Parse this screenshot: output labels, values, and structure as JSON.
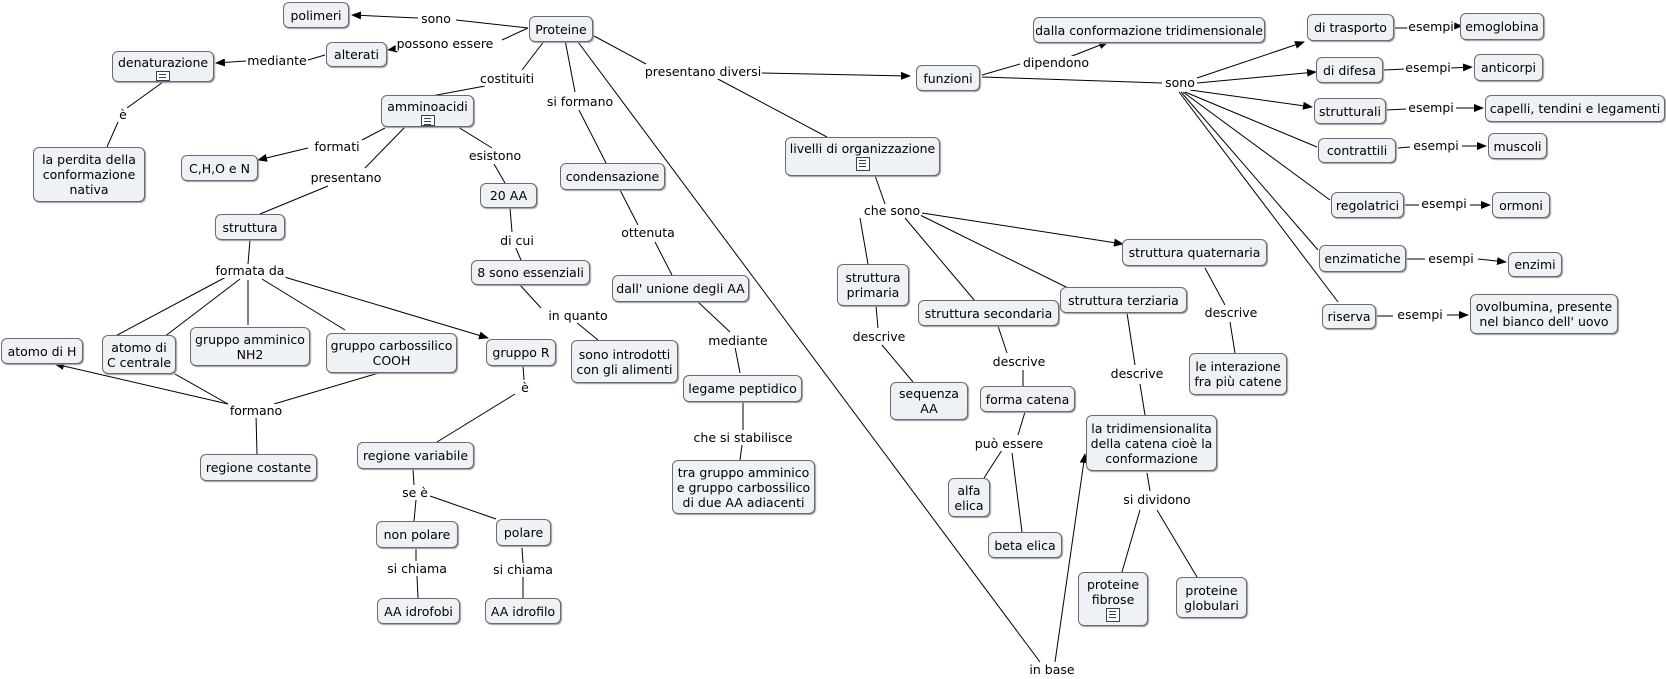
{
  "nodes": {
    "proteine": "Proteine",
    "polimeri": "polimeri",
    "alterati": "alterati",
    "denaturazione": "denaturazione",
    "perdita": "la perdita della\nconformazione\nnativa",
    "amminoacidi": "amminoacidi",
    "chon": "C,H,O e N",
    "struttura": "struttura",
    "atomo_h": "atomo di H",
    "atomo_c": "atomo di\nC centrale",
    "gruppo_amminico": "gruppo amminico\nNH2",
    "gruppo_carbossilico": "gruppo carbossilico\nCOOH",
    "gruppo_r": "gruppo R",
    "regione_costante": "regione costante",
    "aa20": "20 AA",
    "essenziali": "8 sono essenziali",
    "introdotti": "sono introdotti\ncon gli alimenti",
    "regione_variabile": "regione variabile",
    "non_polare": "non polare",
    "polare": "polare",
    "idrofobi": "AA idrofobi",
    "idrofilo": "AA idrofilo",
    "condensazione": "condensazione",
    "unione": "dall' unione degli AA",
    "legame": "legame peptidico",
    "tra_gruppo": "tra gruppo amminico\ne gruppo carbossilico\ndi due AA adiacenti",
    "livelli": "livelli di organizzazione",
    "primaria": "struttura\nprimaria",
    "sequenza": "sequenza\nAA",
    "secondaria": "struttura secondaria",
    "forma_catena": "forma catena",
    "alfa": "alfa\nelica",
    "beta": "beta elica",
    "terziaria": "struttura terziaria",
    "tridimensionalita": "la tridimensionalita\ndella catena cioè la\nconformazione",
    "fibrose": "proteine\nfibrose",
    "globulari": "proteine\nglobulari",
    "quaternaria": "struttura quaternaria",
    "interazione": "le interazione\nfra più catene",
    "funzioni": "funzioni",
    "conformazione_tri": "dalla conformazione tridimensionale",
    "trasporto": "di trasporto",
    "emoglobina": "emoglobina",
    "difesa": "di difesa",
    "anticorpi": "anticorpi",
    "strutturali": "strutturali",
    "capelli": "capelli, tendini e legamenti",
    "contrattili": "contrattili",
    "muscoli": "muscoli",
    "regolatrici": "regolatrici",
    "ormoni": "ormoni",
    "enzimatiche": "enzimatiche",
    "enzimi": "enzimi",
    "riserva": "riserva",
    "ovolbumina": "ovolbumina, presente\nnel bianco dell' uovo"
  },
  "labels": {
    "sono_1": "sono",
    "possono_essere": "possono essere",
    "mediante_1": "mediante",
    "e_1": "è",
    "costituiti": "costituiti",
    "formati": "formati",
    "presentano": "presentano",
    "esistono": "esistono",
    "formata_da": "formata da",
    "formano": "formano",
    "di_cui": "di cui",
    "in_quanto": "in quanto",
    "e_2": "è",
    "se_e": "se è",
    "si_chiama_1": "si chiama",
    "si_chiama_2": "si chiama",
    "si_formano": "si formano",
    "ottenuta": "ottenuta",
    "mediante_2": "mediante",
    "che_si_stabilisce": "che si stabilisce",
    "in_base": "in base",
    "presentano_diversi": "presentano diversi",
    "che_sono": "che sono",
    "descrive_1": "descrive",
    "descrive_2": "descrive",
    "puo_essere": "può essere",
    "descrive_3": "descrive",
    "si_dividono": "si dividono",
    "descrive_4": "descrive",
    "dipendono": "dipendono",
    "sono_2": "sono",
    "esempi_1": "esempi",
    "esempi_2": "esempi",
    "esempi_3": "esempi",
    "esempi_4": "esempi",
    "esempi_5": "esempi",
    "esempi_6": "esempi",
    "esempi_7": "esempi"
  },
  "colors": {
    "node_fill": "#eef2f6",
    "node_border": "#6b6b6b",
    "line": "#000000"
  }
}
